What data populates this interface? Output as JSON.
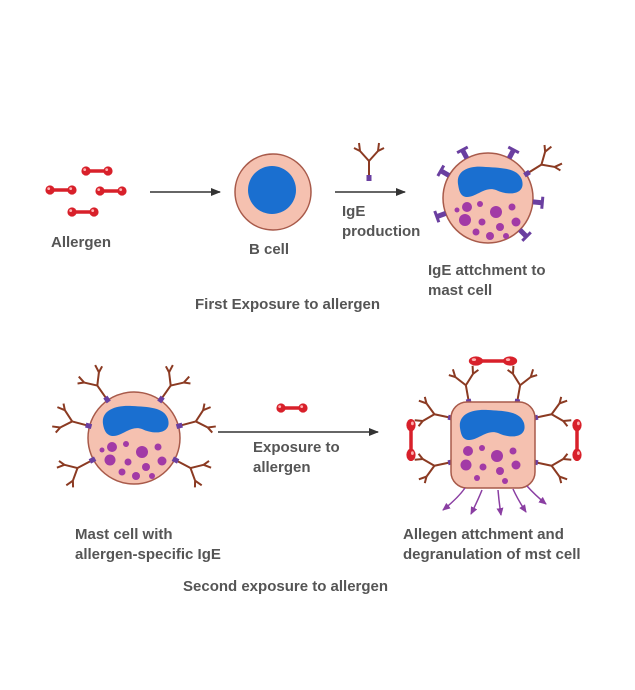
{
  "labels": {
    "allergen": "Allergen",
    "b_cell": "B cell",
    "ige_line1": "IgE",
    "ige_line2": "production",
    "attach_line1": "IgE attchment to",
    "attach_line2": "mast cell",
    "first_title": "First Exposure to allergen",
    "mast_line1": "Mast cell with",
    "mast_line2": "allergen-specific IgE",
    "exposure_line1": "Exposure to",
    "exposure_line2": "allergen",
    "degran_line1": "Allegen attchment and",
    "degran_line2": "degranulation of mst cell",
    "second_title": "Second exposure to allergen"
  },
  "colors": {
    "cell_fill": "#f5c1b0",
    "cell_stroke": "#a85a4a",
    "nucleus": "#1a6fd0",
    "granule": "#a23aa6",
    "antibody": "#8b3a22",
    "receptor": "#6a3fa0",
    "allergen": "#d8202a",
    "arrow": "#333333",
    "release_arrow": "#8a3ea2",
    "text": "#555555"
  }
}
